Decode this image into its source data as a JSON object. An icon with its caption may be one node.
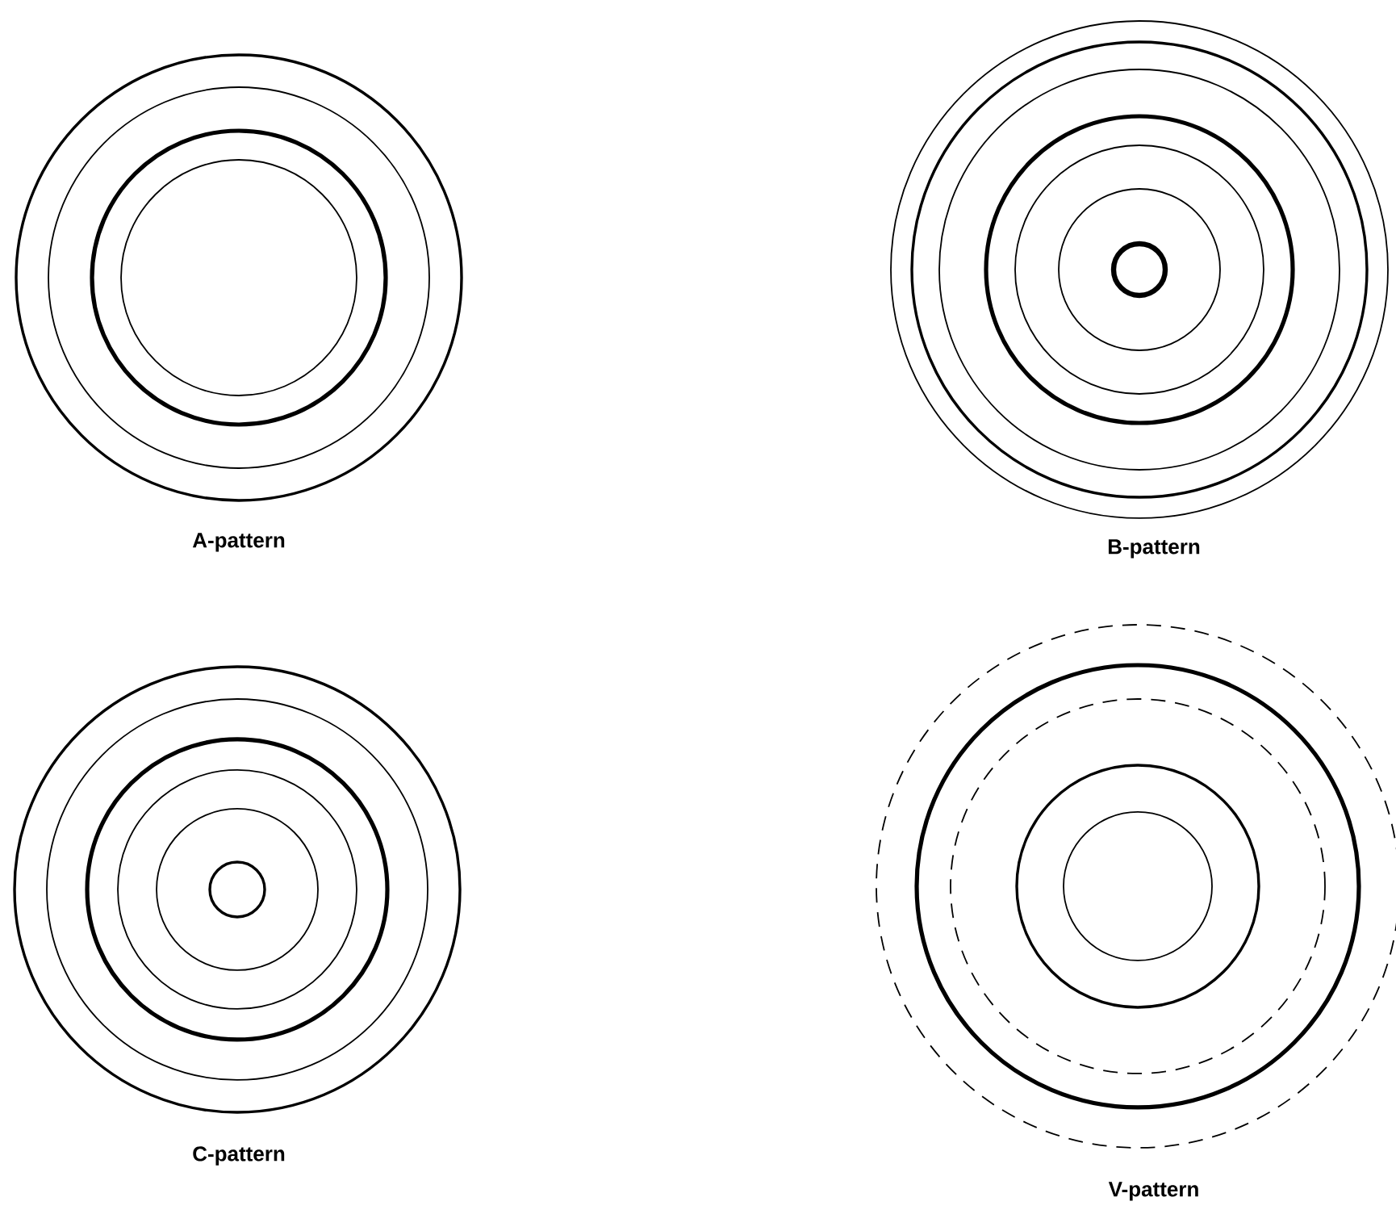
{
  "diagram": {
    "labels": [
      "A-pattern",
      "B-pattern",
      "C-pattern",
      "V-pattern"
    ]
  }
}
